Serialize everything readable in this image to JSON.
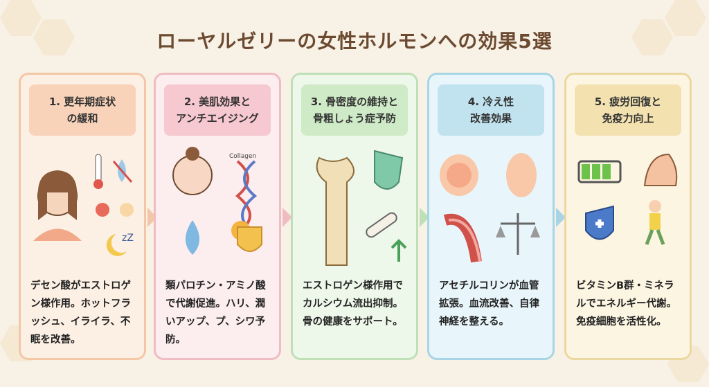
{
  "title": "ローヤルゼリーの女性ホルモンへの効果5選",
  "colors": {
    "title": "#6b4a30"
  },
  "cards": [
    {
      "heading": "1. 更年期症状\nの緩和",
      "body": "デセン酸がエストロゲン様作用。ホットフラッシュ、イライラ、不眠を改善。",
      "border": "#f3c7a6",
      "bg": "#fcefe4",
      "head": "#f8d3b9"
    },
    {
      "heading": "2. 美肌効果と\nアンチエイジング",
      "body": "類パロチン・アミノ酸で代謝促進。ハリ、潤いアップ、プ、シワ予防。",
      "border": "#f0bcc4",
      "bg": "#fcedef",
      "head": "#f6c8cf",
      "label": "Collagen"
    },
    {
      "heading": "3. 骨密度の維持と\n骨粗しょう症予防",
      "body": "エストロゲン様作用でカルシウム流出抑制。骨の健康をサポート。",
      "border": "#bfe0b7",
      "bg": "#eef8ea",
      "head": "#cfeac7"
    },
    {
      "heading": "4. 冷え性\n改善効果",
      "body": "アセチルコリンが血管拡張。血流改善、自律神経を整える。",
      "border": "#a8d5e5",
      "bg": "#e8f5fa",
      "head": "#c0e3ef"
    },
    {
      "heading": "5. 疲労回復と\n免疫力向上",
      "body": "ビタミンB群・ミネラルでエネルギー代謝。免疫細胞を活性化。",
      "border": "#ebd8a0",
      "bg": "#fcf5e2",
      "head": "#f3e2b0"
    }
  ]
}
